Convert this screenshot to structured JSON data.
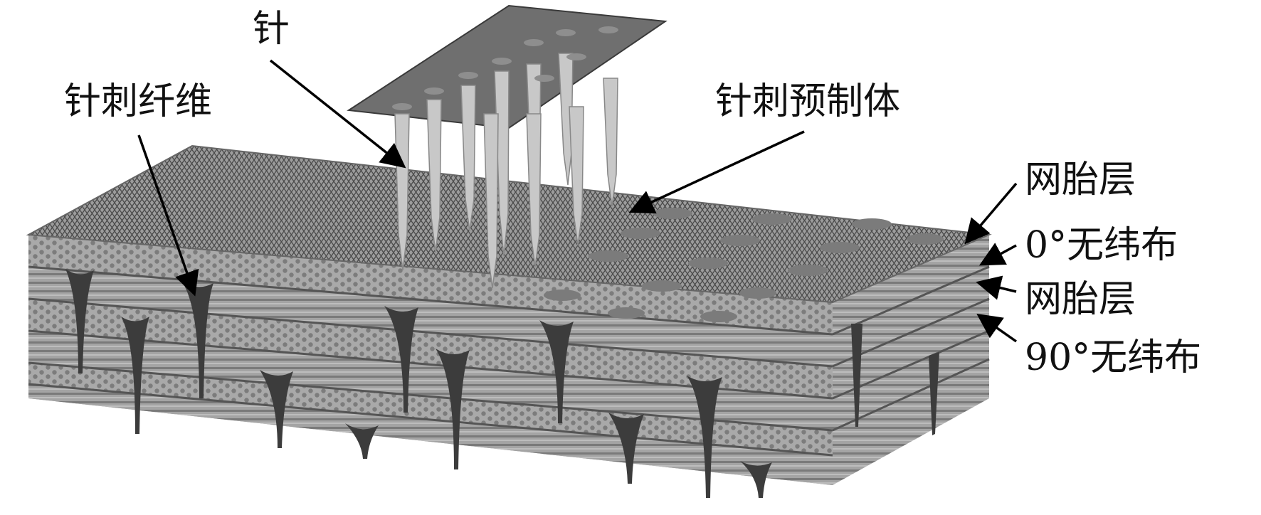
{
  "labels": {
    "needle": "针",
    "needled_fiber": "针刺纤维",
    "needled_preform": "针刺预制体",
    "web_layer_top": "网胎层",
    "ud_0": "0°无纬布",
    "web_layer_mid": "网胎层",
    "ud_90": "90°无纬布"
  },
  "colors": {
    "background": "#ffffff",
    "plate": "#6f6f6f",
    "needle": "#c8c8c8",
    "web_texture": "#555555",
    "front_face": "#9a9a9a",
    "side_face": "#8a8a8a",
    "fiber_channel": "#3c3c3c",
    "dots": "#7a7a7a",
    "arrow": "#000000"
  }
}
